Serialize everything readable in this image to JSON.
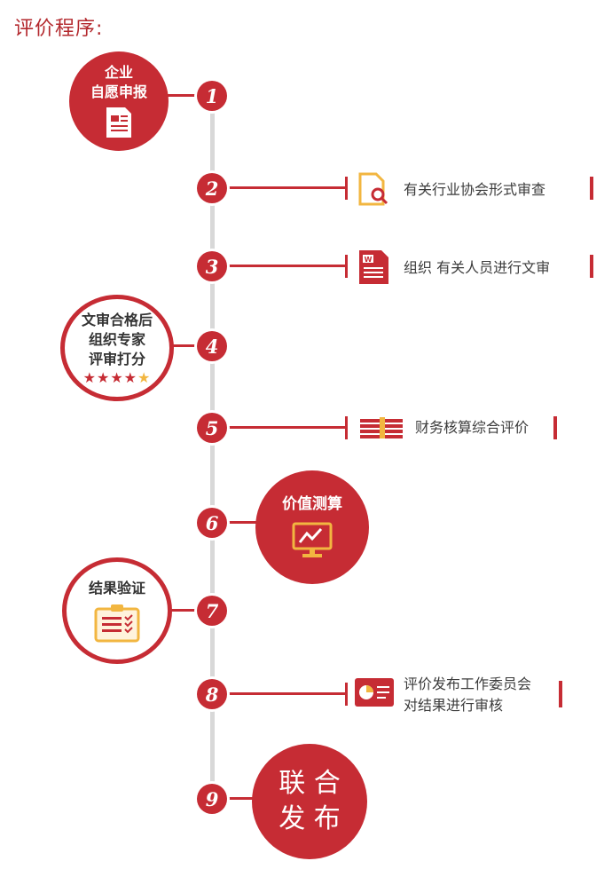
{
  "title": "评价程序:",
  "steps": [
    {
      "num": "1",
      "lines": [
        "企业",
        "自愿申报"
      ]
    },
    {
      "num": "2",
      "label": "有关行业协会形式审查"
    },
    {
      "num": "3",
      "label": "组织 有关人员进行文审"
    },
    {
      "num": "4",
      "lines": [
        "文审合格后",
        "组织专家",
        "评审打分"
      ],
      "stars": "★★★★",
      "star_last": "★"
    },
    {
      "num": "5",
      "label": "财务核算综合评价"
    },
    {
      "num": "6",
      "lines": [
        "价值测算"
      ]
    },
    {
      "num": "7",
      "lines": [
        "结果验证"
      ]
    },
    {
      "num": "8",
      "label_lines": [
        "评价发布工作委员会",
        "对结果进行审核"
      ]
    },
    {
      "num": "9",
      "lines": [
        "联 合",
        "发 布"
      ]
    }
  ],
  "colors": {
    "accent": "#c62c34",
    "icon_gold": "#f2b640",
    "timeline": "#d8d8d8"
  },
  "icons": [
    "document-icon",
    "file-search-icon",
    "word-doc-icon",
    "money-stack-icon",
    "monitor-chart-icon",
    "clipboard-checklist-icon",
    "pie-chart-card-icon"
  ]
}
